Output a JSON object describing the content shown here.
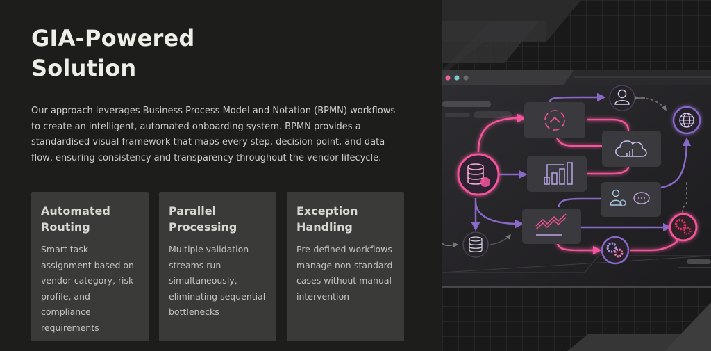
{
  "heading": {
    "line1": "GIA-Powered",
    "line2": "Solution"
  },
  "intro": "Our approach leverages Business Process Model and Notation (BPMN) workflows to create an intelligent, automated onboarding system. BPMN provides a standardised visual framework that maps every step, decision point, and data flow, ensuring consistency and transparency throughout the vendor lifecycle.",
  "cards": [
    {
      "title": "Automated Routing",
      "body": "Smart task assignment based on vendor category, risk profile, and compliance requirements"
    },
    {
      "title": "Parallel Processing",
      "body": "Multiple validation streams run simultaneously, eliminating sequential bottlenecks"
    },
    {
      "title": "Exception Handling",
      "body": "Pre-defined workflows manage non-standard cases without manual intervention"
    }
  ],
  "illustration": {
    "window_dots": [
      "#f0609a",
      "#7cc8d0",
      "#6a6a6a"
    ],
    "accent_pink": "#f2549a",
    "accent_purple": "#8a68c8",
    "icons": [
      "database-user-icon",
      "refresh-cycle-icon",
      "bar-chart-icon",
      "trend-chart-icon",
      "database-icon",
      "user-icon",
      "cloud-analytics-icon",
      "user-chat-icon",
      "globe-icon",
      "gears-icon",
      "gear-settings-icon"
    ]
  }
}
